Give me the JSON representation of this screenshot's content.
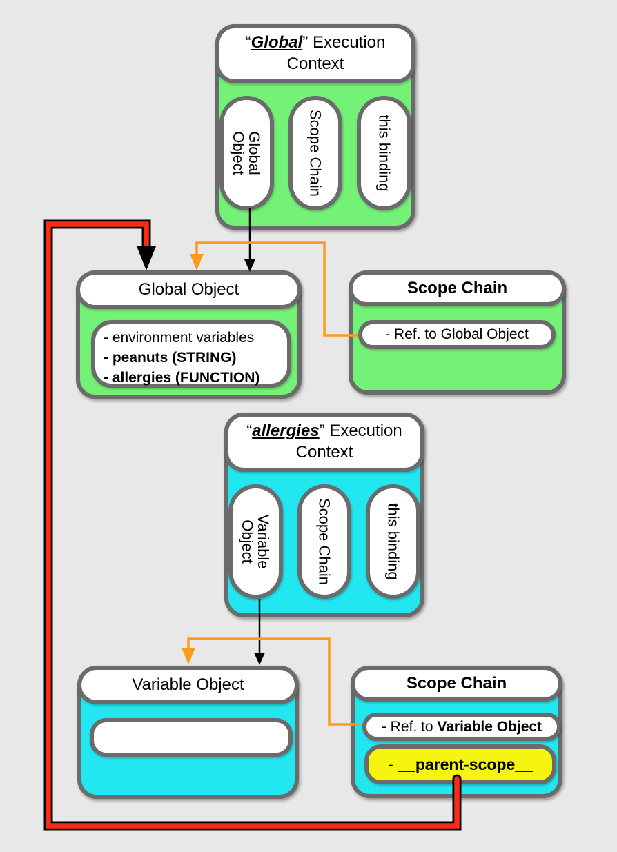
{
  "colors": {
    "background": "#e8e8e8",
    "green_context": "#74f177",
    "cyan_context": "#22e7f0",
    "yellow_highlight": "#f5f50f",
    "orange_arrow": "#f99c1c",
    "red_arrow": "#f92d16",
    "border_gray": "#6b6b6b"
  },
  "global_ec": {
    "title": {
      "open_quote": "“",
      "name": "Global",
      "close_quote": "”",
      "suffix": " Execution",
      "line2": "Context"
    },
    "pills": {
      "global_object": {
        "line1": "Global",
        "line2": "Object"
      },
      "scope_chain": {
        "line1": "Scope Chain"
      },
      "this_binding": {
        "line1": "this binding"
      }
    }
  },
  "global_object_box": {
    "header": "Global Object",
    "items": [
      {
        "text": "- environment variables"
      },
      {
        "text": "- peanuts (STRING)"
      },
      {
        "text": "- allergies (FUNCTION)"
      }
    ]
  },
  "scope_chain_global_box": {
    "header": "Scope Chain",
    "ref": "- Ref. to Global Object"
  },
  "allergies_ec": {
    "title": {
      "open_quote": "“",
      "name": "allergies",
      "close_quote": "”",
      "suffix": " Execution",
      "line2": "Context"
    },
    "pills": {
      "variable_object": {
        "line1": "Variable",
        "line2": "Object"
      },
      "scope_chain": {
        "line1": "Scope Chain"
      },
      "this_binding": {
        "line1": "this binding"
      }
    }
  },
  "variable_object_box": {
    "header": "Variable Object"
  },
  "scope_chain_allergies_box": {
    "header": "Scope Chain",
    "ref_prefix": "- Ref. to ",
    "ref_bold": "Variable Object",
    "parent_prefix": "- ",
    "parent_scope": "__parent-scope__"
  }
}
